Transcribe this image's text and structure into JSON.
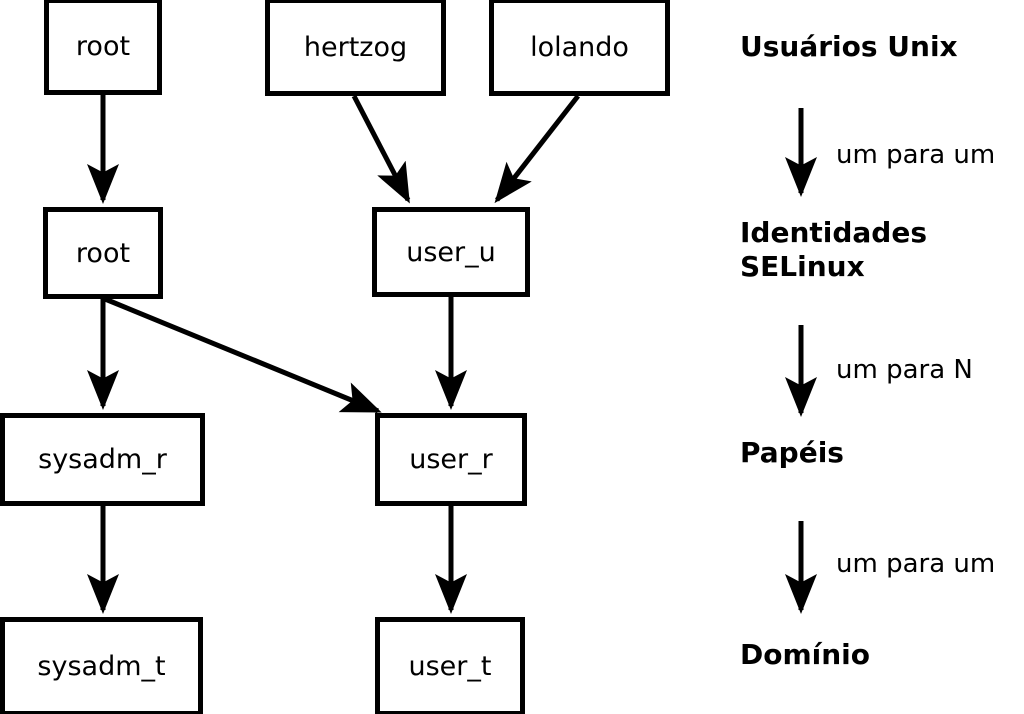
{
  "diagram": {
    "title": "SELinux user / identity / role / domain mapping",
    "stroke_color": "#000000",
    "fill_color": "#ffffff",
    "background": "#ffffff"
  },
  "nodes": {
    "unix_root": "root",
    "unix_hertzog": "hertzog",
    "unix_lolando": "lolando",
    "identity_root": "root",
    "identity_user_u": "user_u",
    "role_sysadm_r": "sysadm_r",
    "role_user_r": "user_r",
    "domain_sysadm_t": "sysadm_t",
    "domain_user_t": "user_t"
  },
  "legend": {
    "level_1": "Usuários Unix",
    "level_2_line_1": "Identidades",
    "level_2_line_2": "SELinux",
    "level_3": "Papéis",
    "level_4": "Domínio",
    "rel_1": "um para um",
    "rel_2": "um para N",
    "rel_3": "um para um"
  },
  "edges": [
    {
      "from": "unix_root",
      "to": "identity_root"
    },
    {
      "from": "unix_hertzog",
      "to": "identity_user_u"
    },
    {
      "from": "unix_lolando",
      "to": "identity_user_u"
    },
    {
      "from": "identity_root",
      "to": "role_sysadm_r"
    },
    {
      "from": "identity_root",
      "to": "role_user_r"
    },
    {
      "from": "identity_user_u",
      "to": "role_user_r"
    },
    {
      "from": "role_sysadm_r",
      "to": "domain_sysadm_t"
    },
    {
      "from": "role_user_r",
      "to": "domain_user_t"
    }
  ]
}
